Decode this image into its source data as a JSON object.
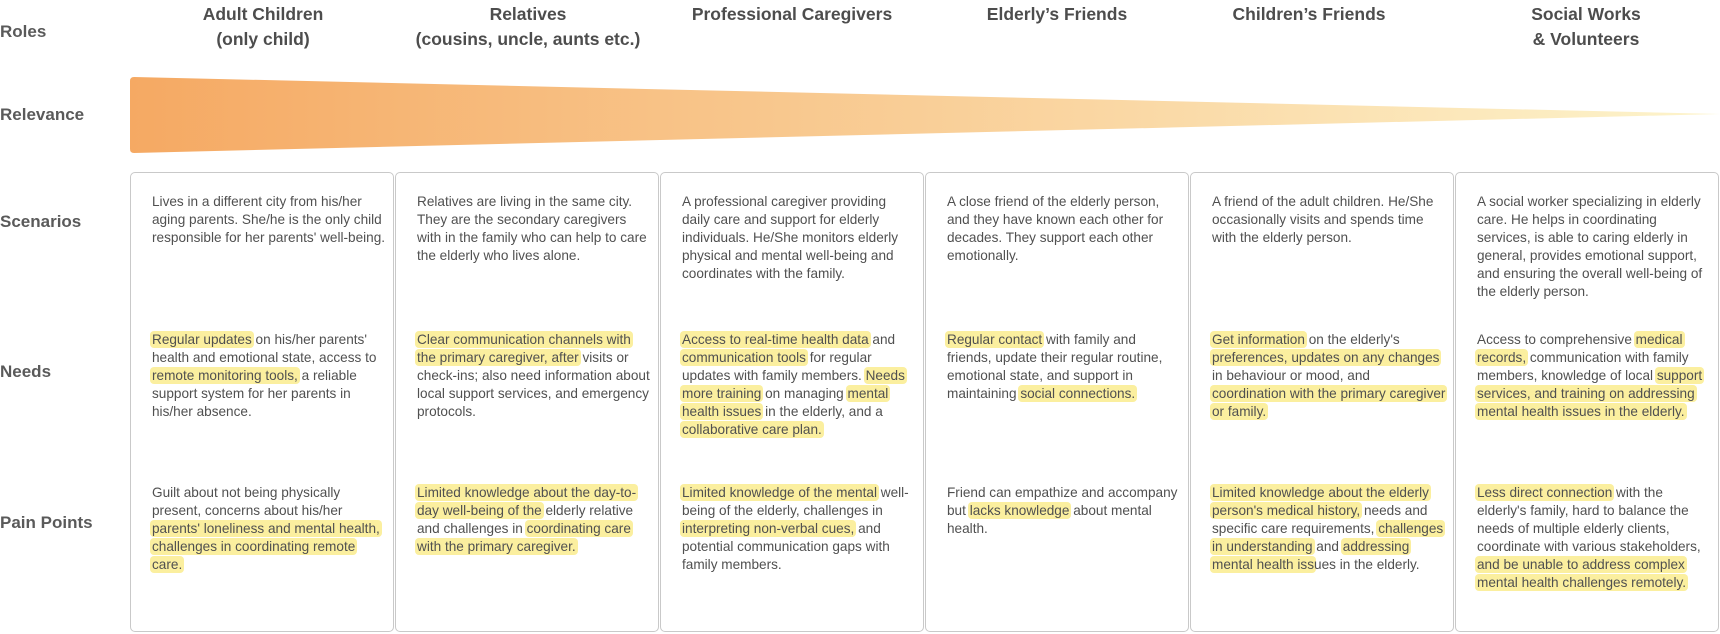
{
  "row_labels": {
    "roles": "Roles",
    "relevance": "Relevance",
    "scenarios": "Scenarios",
    "needs": "Needs",
    "pain_points": "Pain Points"
  },
  "relevance": {
    "color_start": "#f5a963",
    "color_end": "#fdf4cc"
  },
  "highlight_color": "#fbef9f",
  "roles": [
    {
      "title": "Adult Children\n(only child)",
      "scenario": [
        {
          "t": "Lives in a different city from his/her aging parents. She/he is the only child responsible for her parents' well-being.",
          "h": false
        }
      ],
      "needs": [
        {
          "t": "Regular updates",
          "h": true
        },
        {
          "t": " on his/her parents' health and emotional state, access to ",
          "h": false
        },
        {
          "t": "remote monitoring tools,",
          "h": true
        },
        {
          "t": " a reliable support system for her parents in his/her absence.",
          "h": false
        }
      ],
      "pain": [
        {
          "t": "Guilt about not being physically present, concerns about his/her ",
          "h": false
        },
        {
          "t": "parents' loneliness and mental health, challenges in coordinating remote care.",
          "h": true
        }
      ]
    },
    {
      "title": "Relatives\n(cousins, uncle, aunts etc.)",
      "scenario": [
        {
          "t": "Relatives are living in the same city. They are the secondary caregivers with in the family who can help to care the elderly who lives alone.",
          "h": false
        }
      ],
      "needs": [
        {
          "t": "Clear communication channels with the primary caregiver, after",
          "h": true
        },
        {
          "t": " visits or check-ins; also need information about local support services, and emergency protocols.",
          "h": false
        }
      ],
      "pain": [
        {
          "t": "Limited knowledge about the day-to-day well-being of the",
          "h": true
        },
        {
          "t": " elderly relative and challenges in ",
          "h": false
        },
        {
          "t": "coordinating care with the primary caregiver.",
          "h": true
        }
      ]
    },
    {
      "title": "Professional Caregivers",
      "scenario": [
        {
          "t": "A professional caregiver providing daily care and support for elderly individuals. He/She monitors elderly physical and mental well-being and coordinates with the family.",
          "h": false
        }
      ],
      "needs": [
        {
          "t": "Access to real-time health data",
          "h": true
        },
        {
          "t": " and ",
          "h": false
        },
        {
          "t": "communication tools",
          "h": true
        },
        {
          "t": " for regular updates with family members. ",
          "h": false
        },
        {
          "t": "Needs more training",
          "h": true
        },
        {
          "t": " on managing ",
          "h": false
        },
        {
          "t": "mental health issues",
          "h": true
        },
        {
          "t": " in the elderly, and a ",
          "h": false
        },
        {
          "t": "collaborative care plan.",
          "h": true
        }
      ],
      "pain": [
        {
          "t": "Limited knowledge of the mental",
          "h": true
        },
        {
          "t": " well-being of the elderly, challenges in ",
          "h": false
        },
        {
          "t": "interpreting non-verbal cues,",
          "h": true
        },
        {
          "t": " and potential communication gaps with family members.",
          "h": false
        }
      ]
    },
    {
      "title": "Elderly’s Friends",
      "scenario": [
        {
          "t": "A close friend of the elderly person, and they have known each other for decades. They support each other emotionally.",
          "h": false
        }
      ],
      "needs": [
        {
          "t": "Regular contact",
          "h": true
        },
        {
          "t": " with family and friends, update their regular routine, emotional state, and support in maintaining ",
          "h": false
        },
        {
          "t": "social connections.",
          "h": true
        }
      ],
      "pain": [
        {
          "t": "Friend can empathize and accompany but ",
          "h": false
        },
        {
          "t": "lacks knowledge",
          "h": true
        },
        {
          "t": " about mental health.",
          "h": false
        }
      ]
    },
    {
      "title": "Children’s Friends",
      "scenario": [
        {
          "t": "A friend of the adult children. He/She occasionally visits and spends time with the elderly person.",
          "h": false
        }
      ],
      "needs": [
        {
          "t": "Get information",
          "h": true
        },
        {
          "t": " on the elderly's ",
          "h": false
        },
        {
          "t": "preferences, updates on any changes",
          "h": true
        },
        {
          "t": " in behaviour or mood, and ",
          "h": false
        },
        {
          "t": "coordination with the primary caregiver or family.",
          "h": true
        }
      ],
      "pain": [
        {
          "t": "Limited knowledge about the elderly person's medical history,",
          "h": true
        },
        {
          "t": " needs and specific care requirements, ",
          "h": false
        },
        {
          "t": "challenges in understanding",
          "h": true
        },
        {
          "t": " and ",
          "h": false
        },
        {
          "t": "addressing mental health iss",
          "h": true
        },
        {
          "t": "ues in the elderly.",
          "h": false
        }
      ]
    },
    {
      "title": "Social Works\n& Volunteers",
      "scenario": [
        {
          "t": "A social worker specializing in elderly care. He helps in coordinating services, is able to caring elderly in general, provides emotional support, and ensuring the overall well-being of the elderly person.",
          "h": false
        }
      ],
      "needs": [
        {
          "t": "Access to comprehensive ",
          "h": false
        },
        {
          "t": "medical records,",
          "h": true
        },
        {
          "t": " communication with family members, knowledge of local ",
          "h": false
        },
        {
          "t": "support services, and training on addressing mental health issues in the elderly.",
          "h": true
        }
      ],
      "pain": [
        {
          "t": "Less direct connection",
          "h": true
        },
        {
          "t": " with the elderly's family, hard to balance the needs of multiple elderly clients, coordinate with various stakeholders, ",
          "h": false
        },
        {
          "t": "and be unable to address complex mental health challenges remotely.",
          "h": true
        }
      ]
    }
  ]
}
